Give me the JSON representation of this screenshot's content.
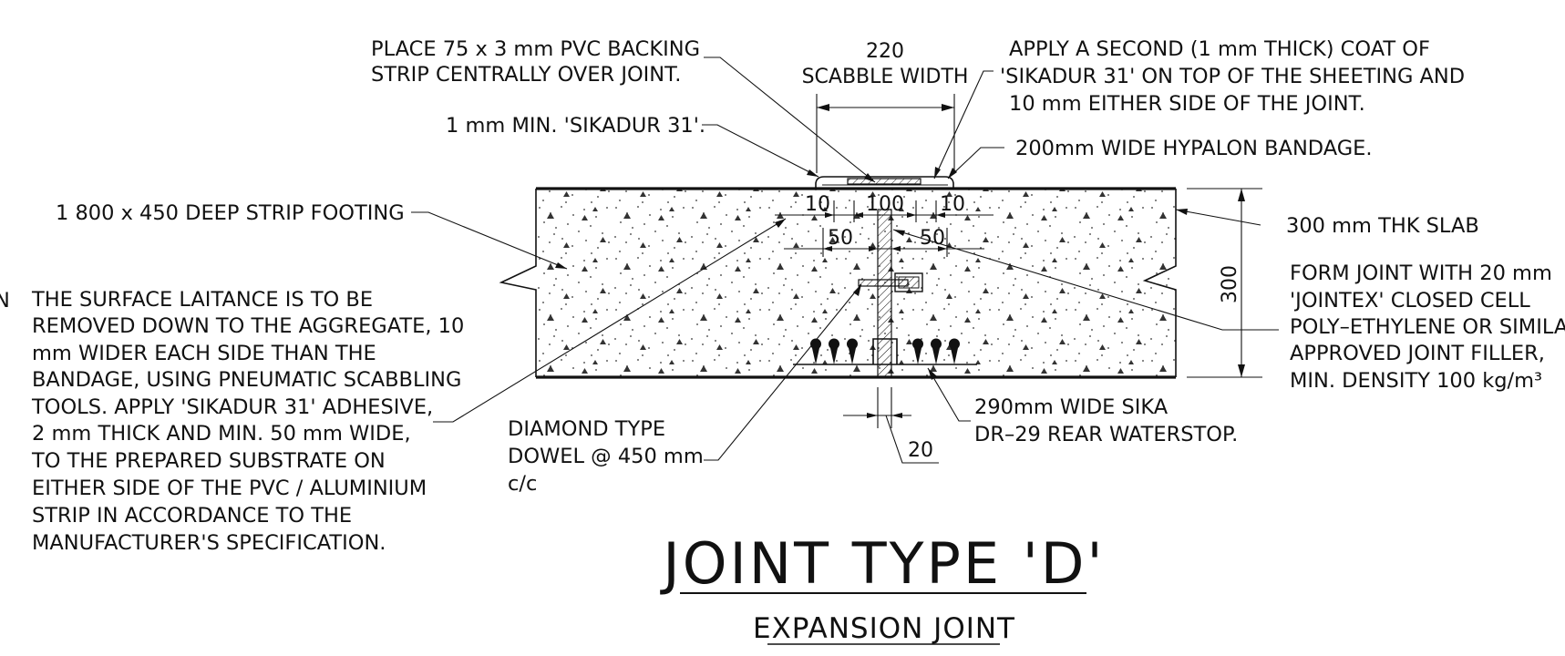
{
  "labels": {
    "pvc_strip": [
      "PLACE 75 x 3 mm PVC BACKING",
      "STRIP CENTRALLY OVER JOINT."
    ],
    "second_coat": [
      "APPLY A SECOND (1 mm THICK) COAT  OF",
      "'SIKADUR 31' ON TOP OF THE SHEETING AND",
      "10 mm EITHER SIDE OF THE JOINT."
    ],
    "sikadur_min": "1 mm MIN. 'SIKADUR 31'.",
    "hypalon": "200mm WIDE HYPALON BANDAGE.",
    "strip_footing": "1 800 x 450 DEEP STRIP FOOTING",
    "slab": "300 mm THK SLAB",
    "form_joint": [
      "FORM JOINT WITH 20 mm",
      "'JOINTEX' CLOSED CELL",
      "POLY–ETHYLENE OR SIMILAR",
      "APPROVED JOINT FILLER,",
      "MIN. DENSITY 100 kg/m³"
    ],
    "laitance": [
      "THE SURFACE LAITANCE  IS TO BE",
      "REMOVED DOWN TO THE AGGREGATE, 10",
      "mm WIDER EACH SIDE THAN THE",
      "BANDAGE, USING PNEUMATIC SCABBLING",
      "TOOLS.  APPLY 'SIKADUR 31' ADHESIVE,",
      "2 mm THICK AND MIN. 50 mm WIDE,",
      "TO THE PREPARED SUBSTRATE ON",
      "EITHER SIDE OF THE PVC / ALUMINIUM",
      "STRIP IN ACCORDANCE TO THE",
      "MANUFACTURER'S SPECIFICATION."
    ],
    "dowel": [
      "DIAMOND TYPE",
      "DOWEL @ 450 mm",
      "c/c"
    ],
    "waterstop": [
      "290mm WIDE SIKA",
      "DR–29 REAR WATERSTOP."
    ],
    "clipped_left": "N"
  },
  "dimensions": {
    "scabble_value": "220",
    "scabble_label": "SCABBLE WIDTH",
    "d10_left": "10",
    "d100": "100",
    "d10_right": "10",
    "d50_left": "50",
    "d50_right": "50",
    "slab_thk": "300",
    "joint_width": "20"
  },
  "title": {
    "main": "JOINT TYPE 'D'",
    "sub": "EXPANSION JOINT"
  }
}
